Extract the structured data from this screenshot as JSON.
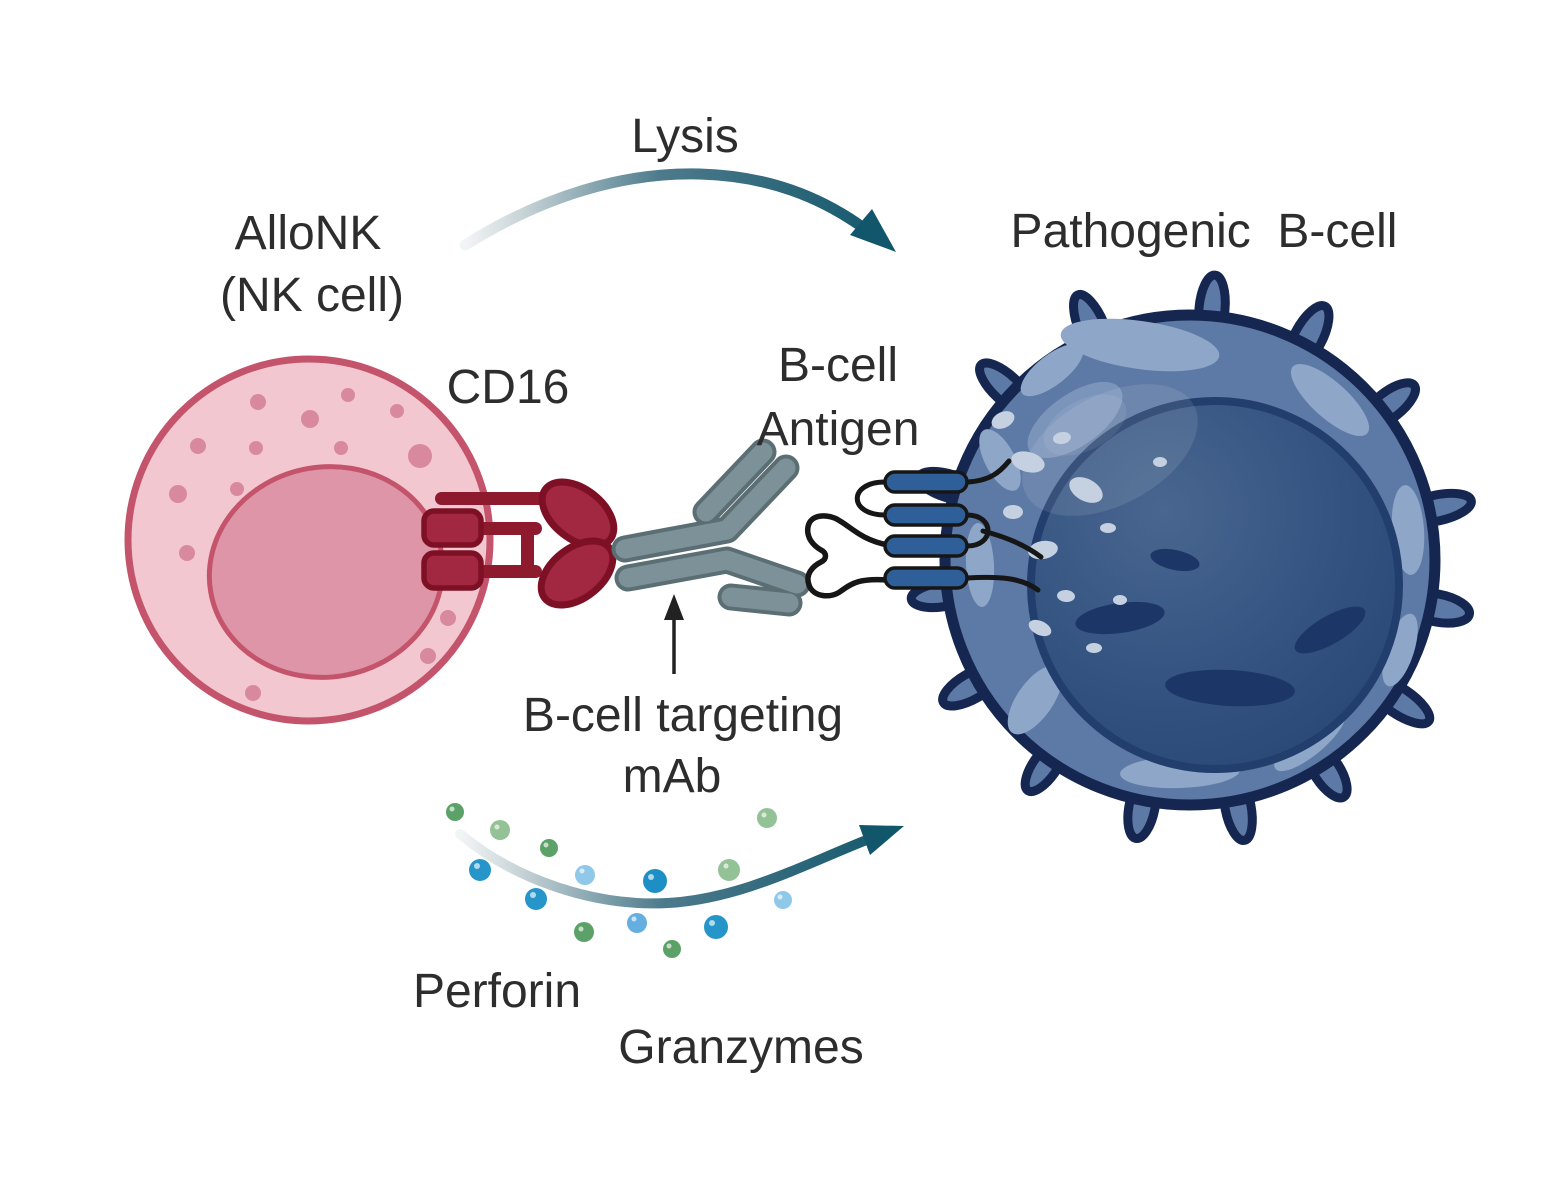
{
  "diagram": {
    "title": "AlloNK NK-cell mediated lysis of pathogenic B-cell via B-cell targeting mAb",
    "labels": {
      "lysis": "Lysis",
      "nk_line1": "AlloNK",
      "nk_line2": "(NK cell)",
      "target_cell": "Pathogenic  B-cell",
      "cd16": "CD16",
      "antigen_line1": "B-cell",
      "antigen_line2": "Antigen",
      "mab_line1": "B-cell targeting",
      "mab_line2": "mAb",
      "perforin": "Perforin",
      "granzymes": "Granzymes"
    },
    "colors": {
      "text": "#2d2d2d",
      "nk_cytoplasm": "#f3c7d0",
      "nk_border": "#c4546c",
      "nk_nucleus": "#de95a8",
      "nk_granule": "#d9899e",
      "cd16_fill": "#a22740",
      "cd16_bar": "#8e1a2e",
      "cd16_stroke": "#7e1026",
      "mab_fill": "#7d9198",
      "mab_outline": "#5a6e74",
      "antigen_fill": "#2e5f99",
      "antigen_line": "#161616",
      "bone_fill": "#ffffff",
      "bcell_outline": "#152750",
      "bcell_cytoplasm": "#5d79a5",
      "bcell_patch": "#8ea7c8",
      "bcell_nucleus_mid": "#32517f",
      "bcell_nucleus_edge": "#26436f",
      "bcell_nucleus_ring": "#223e6d",
      "bcell_nucleus_dark": "#1c3767",
      "bcell_speckle": "#c5d1e1",
      "arrow_teal_dark": "#12566b",
      "arrow_teal_light": "#ccd7da",
      "pointer_arrow": "#222222",
      "granule_green": "#5ca167",
      "granule_sage": "#93c296",
      "granule_blue": "#2695c9",
      "granule_blue_mid": "#64aee0",
      "granule_blue_light": "#90c8ea"
    }
  }
}
